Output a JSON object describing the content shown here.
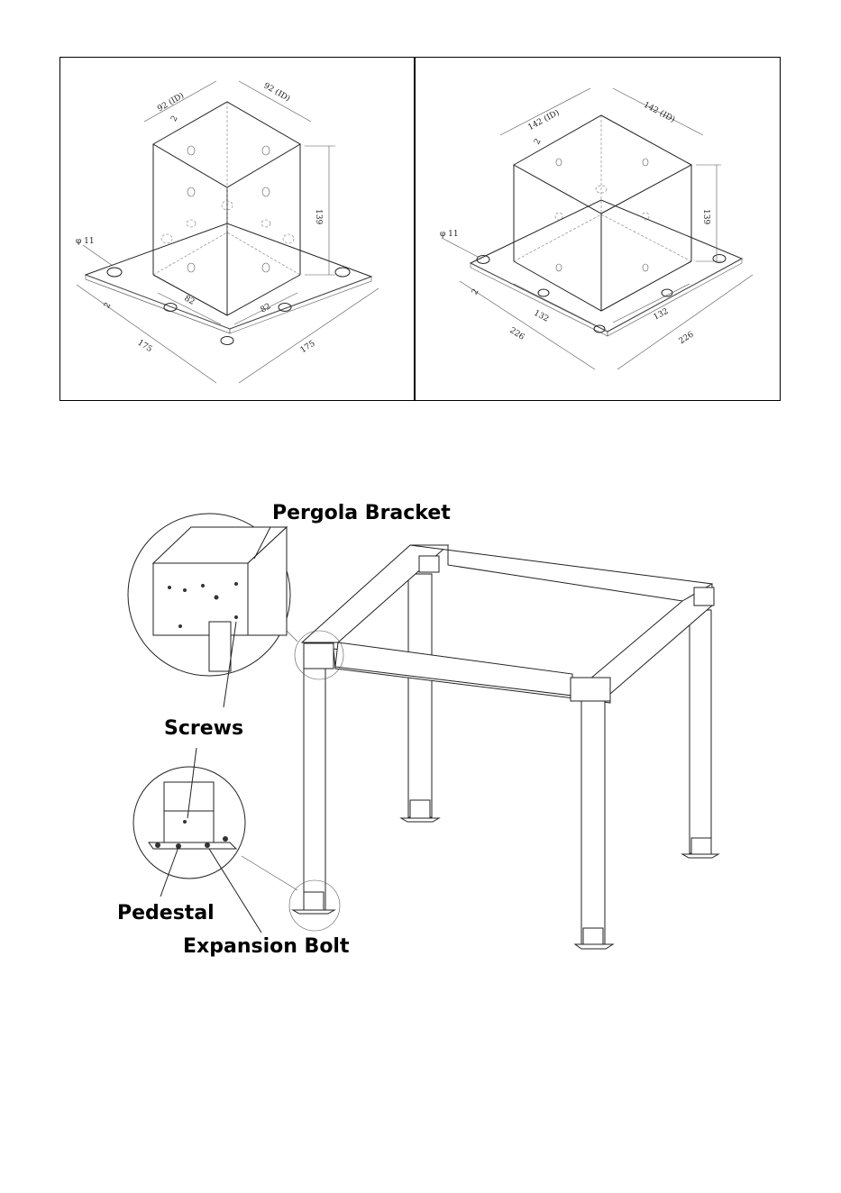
{
  "left_bracket": {
    "top_width_a": "92 (ID)",
    "top_width_b": "92 (ID)",
    "thickness_top": "2",
    "height": "139",
    "hole_dia": "φ 11",
    "thickness_base": "2",
    "inner_a": "82",
    "inner_b": "82",
    "base_a": "175",
    "base_b": "175"
  },
  "right_bracket": {
    "top_width_a": "142 (ID)",
    "top_width_b": "142 (ID)",
    "thickness_top": "2",
    "height": "139",
    "hole_dia": "φ 11",
    "thickness_base": "2",
    "inner_a": "132",
    "inner_b": "132",
    "base_a": "226",
    "base_b": "226"
  },
  "labels": {
    "pergola_bracket": "Pergola Bracket",
    "screws": "Screws",
    "pedestal": "Pedestal",
    "expansion_bolt": "Expansion Bolt"
  }
}
